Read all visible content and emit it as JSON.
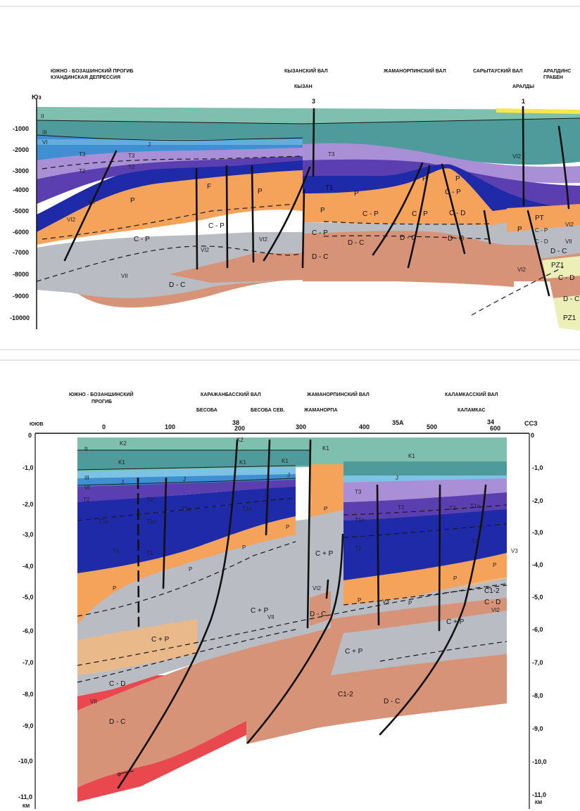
{
  "sections": {
    "top": {
      "headers": {
        "h1a": "ЮЖНО - БОЗАШИНСКИЙ ПРОГИБ",
        "h1b": "КУАНДИНСКАЯ ДЕПРЕССИЯ",
        "h2": "КЫЗАНСКИЙ ВАЛ",
        "h3": "ЖАМАНОРПИНСКИЙ ВАЛ",
        "h4": "САРЫТАУСКИЙ ВАЛ",
        "h5a": "АРАЛДИНС",
        "h5b": "ГРАБЕН",
        "well1": "КЫЗАН",
        "well2": "АРАЛДЫ",
        "well1_no": "3",
        "well2_no": "1"
      },
      "left_axis_title": "Юз",
      "depth_ticks": [
        "-1000",
        "-2000",
        "-3000",
        "-4000",
        "-5000",
        "-6000",
        "-7000",
        "-8000",
        "-9000",
        "-10000"
      ],
      "layer_labels": {
        "II": "II",
        "III": "III",
        "VI": "VI",
        "J": "J",
        "T3": "T3",
        "T2": "T2",
        "P": "P",
        "CP": "C - P",
        "DC": "D - C",
        "VII": "VII",
        "VI2": "VI2",
        "PT": "PT",
        "CD": "C - D",
        "PZ1": "PZ1",
        "T1": "T1",
        "F": "F"
      }
    },
    "bottom": {
      "headers": {
        "h1a": "ЮЖНО - БОЗАНШИНСКИЙ",
        "h1b": "ПРОГИБ",
        "h2": "КАРАЖАНБАССКИЙ ВАЛ",
        "h3": "ЖАМАНОРПИНСКИЙ ВАЛ",
        "h4": "КАЛАМКАССКИЙ ВАЛ",
        "w1": "БЕСОБА",
        "w2": "БЕСОБА СЕВ.",
        "w3": "ЖАМАНОРПА",
        "w4": "КАЛАМКАС",
        "wn1": "38",
        "wn2": "35А",
        "wn3": "34"
      },
      "left_axis_title": "ЮЮВ",
      "right_axis_title": "ССЗ",
      "km_ticks": [
        "0",
        "100",
        "200",
        "300",
        "400",
        "500",
        "600"
      ],
      "left_depths": [
        "0",
        "-1,0",
        "-2,0",
        "-3,0",
        "-4,0",
        "-5,0",
        "-6,0",
        "-7,0",
        "-8,0",
        "-9,0",
        "-10,0",
        "-11,0"
      ],
      "right_depths": [
        "0",
        "-1,0",
        "-2,0",
        "-3,0",
        "-4,0",
        "-5,0",
        "-6,0",
        "-7,0",
        "-8,0",
        "-9,0",
        "-10,0",
        "-11,0"
      ],
      "km_unit": "КМ",
      "layer_labels": {
        "K2": "K2",
        "K1": "K1",
        "II": "II",
        "III": "III",
        "VI": "VI",
        "J": "J",
        "T2": "T2",
        "T3": "T3",
        "T1o": "T1o",
        "T1": "T1",
        "P": "P",
        "CP": "C + P",
        "CD": "C - D",
        "DC": "D - C",
        "C12": "C1-2",
        "VII": "VII",
        "VI2": "VI2",
        "V3": "V3",
        "F": "Ф"
      }
    }
  },
  "colors": {
    "k_green": "#7fbfae",
    "teal": "#4f9a9a",
    "light_blue": "#7cc3e3",
    "mid_blue": "#3f8fd2",
    "lavender": "#a98fd6",
    "purple": "#5b3fb0",
    "deep_blue": "#1e2aa8",
    "orange": "#f5a25a",
    "grey": "#b9bcc3",
    "tan": "#eab98a",
    "salmon": "#d79377",
    "red": "#e9484e",
    "pale_yellow": "#ecf0b8",
    "yellow": "#f7e84a"
  }
}
